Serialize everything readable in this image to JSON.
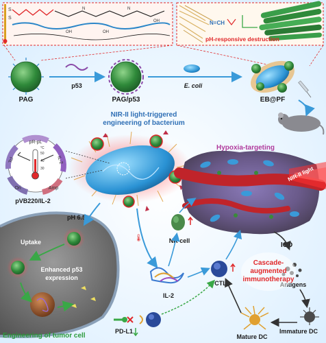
{
  "top": {
    "polymer_caption": "pH-responsive destruction",
    "linkage": "N=CH"
  },
  "flow": {
    "pag": "PAG",
    "p53": "p53",
    "pag_p53": "PAG/p53",
    "ecoli": "E. coli",
    "eb_pf": "EB@PF"
  },
  "bacterium": {
    "title_line1": "NIR-II light-triggered",
    "title_line2": "engineering of bacterium"
  },
  "plasmid": {
    "name": "pVB220/IL-2",
    "segments": [
      "pR-pL",
      "IL-2",
      "Amp",
      "Ori",
      "Tcl"
    ],
    "thermo_ticks": [
      "50",
      "40",
      "30"
    ],
    "thermo_unit": "°C"
  },
  "tumor": {
    "hypoxia": "Hypoxia-targeting",
    "nir_light": "NIR-II light"
  },
  "cell": {
    "ph": "pH 6.5",
    "uptake": "Uptake",
    "enhanced_line1": "Enhanced p53",
    "enhanced_line2": "expression",
    "footer": "Engineering of tumor cell",
    "pdl1": "PD-L1"
  },
  "immune": {
    "nk": "NK cell",
    "il2": "IL-2",
    "ctl": "CTL",
    "icd": "ICD",
    "antigens": "Antigens",
    "immature_dc": "Immature DC",
    "mature_dc": "Mature DC",
    "cascade_line1": "Cascade-",
    "cascade_line2": "augmented",
    "cascade_line3": "immunotherapy"
  },
  "colors": {
    "accent_red": "#e0282a",
    "blue_text": "#2f6fb5",
    "purple_text": "#b03a9c",
    "green_text": "#2a9a3a",
    "arrow_blue": "#3a9ad9"
  }
}
